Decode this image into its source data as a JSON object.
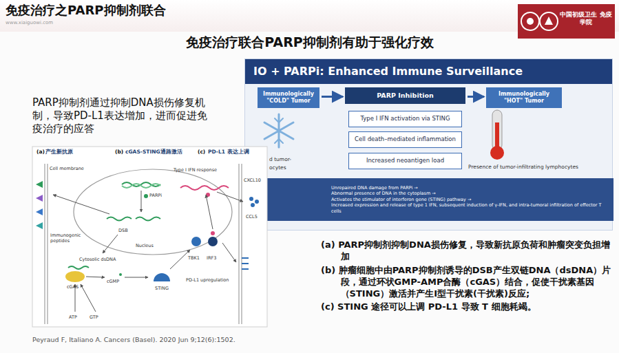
{
  "diagram": {
    "title": "免疫治疗之PARP抑制剂联合",
    "nodes": [
      {
        "text": [
          "IO + PARPi: Enhanced Immune Surveillance"
        ]
      },
      {
        "text": [
          "Immunologically \"COLD\" Tumor"
        ],
        "in": 0
      },
      {
        "text": [
          "PARP Inhibition"
        ],
        "in": 0
      },
      {
        "text": [
          "Immunologically \"HOT\" Tumor"
        ],
        "in": 0
      },
      {
        "text": [
          "Type I IFN activation via STING"
        ],
        "in": 0
      },
      {
        "text": [
          "Cell death–mediated inflammation"
        ],
        "in": 0
      },
      {
        "text": [
          "Increased neoantigen load"
        ],
        "in": 0
      },
      {
        "text": [
          "Unrepaired DNA damage from PARPi →",
          "Abnormal presence of DNA in the cytoplasm →",
          "Activates the stimulator of interferon gene (STING) pathway →",
          "Increased expression and release of type 1 IFN, subsequent induction of γ-IFN, and intra-tumoral infiltration of effector T cells"
        ],
        "in": 0
      }
    ],
    "edges": [
      {
        "from": 1,
        "to": 2,
        "arrow": "to"
      },
      {
        "from": 2,
        "to": 3,
        "arrow": "to"
      }
    ],
    "labels": [
      "www.xiaiguowi.com",
      "中国初级卫生 免疫学院",
      "免疫治疗联合PARP抑制剂有助于强化疗效",
      "PARP抑制剂通过抑制DNA损伤修复机制，导致PD-L1表达增加，进而促进免疫治疗的应答",
      "(a)",
      "产生新抗原",
      "(b)",
      "cGAS-STING通路激活",
      "(c)",
      "PD-L1 表达上调",
      "Cell membrane",
      "PARPi",
      "DSB",
      "Nucleus",
      "Type I IFN response",
      "Immunogenic peptides",
      "Cytosolic dsDNA",
      "cGAS",
      "cGMP",
      "STING",
      "TBK1",
      "IRF3",
      "PD-L1 upregulation",
      "CXCL10",
      "CCL5",
      "ATP",
      "GTP",
      "d tumor-",
      "ocytes",
      "Presence of tumor-infiltrating lymphocytes",
      "(a)  PARP抑制剂抑制DNA损伤修复，导致新抗原负荷和肿瘤突变负担增加",
      "(b)  肿瘤细胞中由PARP抑制剂诱导的DSB产生双链DNA（dsDNA）片段，通过环状GMP-AMP合酶（cGAS）结合，促使干扰素基因（STING）激活并产生I型干扰素(干扰素)反应;",
      "(c)   STING 途径可以上调 PD-L1 导致 T 细胞耗竭。",
      "Peyraud F, Italiano A. Cancers (Basel). 2020 Jun 9;12(6):1502."
    ]
  }
}
